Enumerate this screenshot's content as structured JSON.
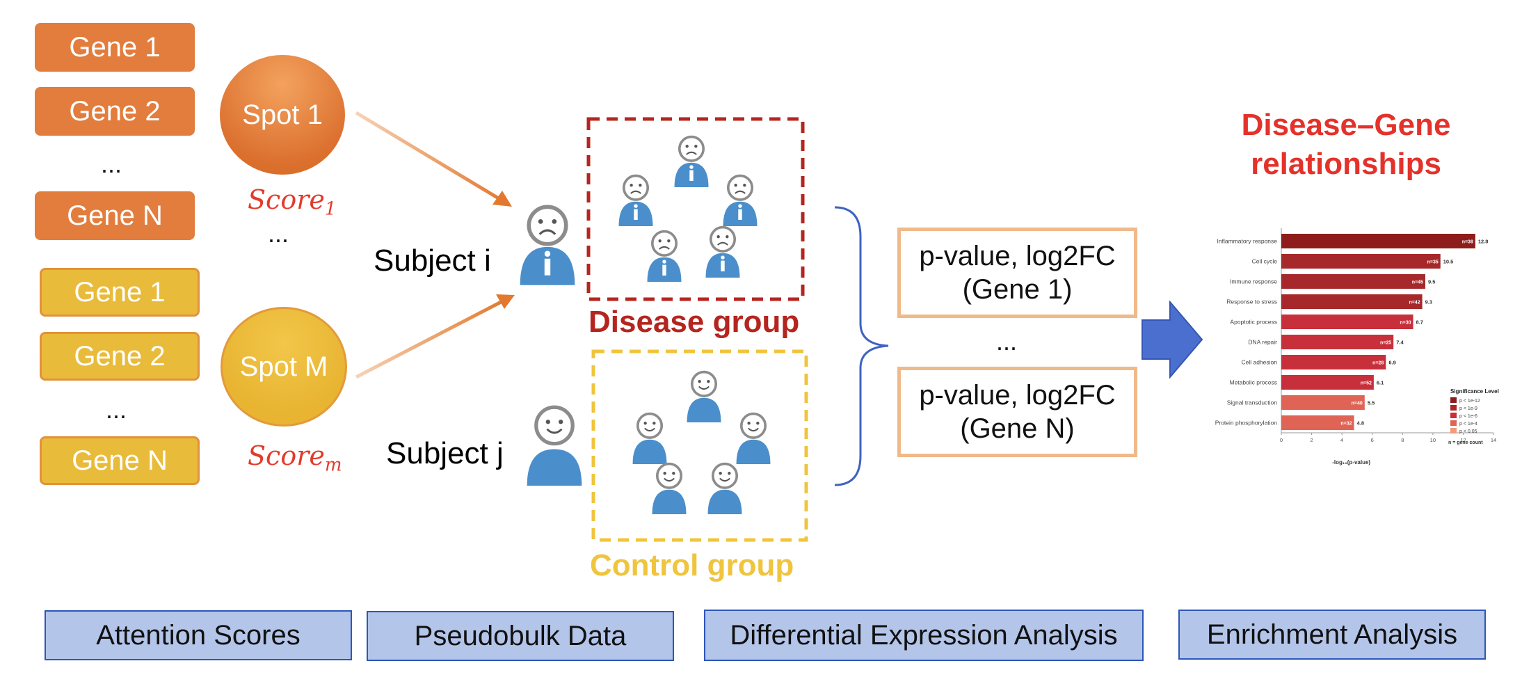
{
  "attention": {
    "disease_genes": [
      "Gene 1",
      "Gene 2",
      "...",
      "Gene N"
    ],
    "control_genes": [
      "Gene 1",
      "Gene 2",
      "...",
      "Gene N"
    ],
    "spot_top": "Spot 1",
    "spot_bottom": "Spot M",
    "score_top": "Score",
    "score_top_sub": "1",
    "score_mid_dots": "...",
    "score_bottom": "Score",
    "score_bottom_sub": "m"
  },
  "pseudobulk": {
    "subject_i": "Subject i",
    "subject_j": "Subject j",
    "disease_group": "Disease group",
    "control_group": "Control group"
  },
  "de": {
    "stat_1_line1": "p-value, log2FC",
    "stat_1_line2": "(Gene 1)",
    "stat_dots": "...",
    "stat_n_line1": "p-value, log2FC",
    "stat_n_line2": "(Gene N)"
  },
  "enrichment": {
    "title_line1": "Disease–Gene",
    "title_line2": "relationships"
  },
  "steps": [
    "Attention Scores",
    "Pseudobulk Data",
    "Differential Expression Analysis",
    "Enrichment Analysis"
  ],
  "colors": {
    "orange": "#e27d3d",
    "yellow": "#e9bb3a",
    "disease_red": "#b5251f",
    "control_yellow": "#f0c43c",
    "person_blue": "#4a8fcb",
    "arrow_blue": "#4a6fcf"
  },
  "chart_data": {
    "type": "bar",
    "categories": [
      "Inflammatory response",
      "Cell cycle",
      "Immune response",
      "Response to stress",
      "Apoptotic process",
      "DNA repair",
      "Cell adhesion",
      "Metabolic process",
      "Signal transduction",
      "Protein phosphorylation"
    ],
    "values": [
      12.8,
      10.5,
      9.5,
      9.3,
      8.7,
      7.4,
      6.9,
      6.1,
      5.5,
      4.8
    ],
    "counts": [
      "n=38",
      "n=35",
      "n=45",
      "n=42",
      "n=30",
      "n=25",
      "n=28",
      "n=52",
      "n=40",
      "n=32"
    ],
    "value_labels": [
      "12.8",
      "10.5",
      "9.5",
      "9.3",
      "8.7",
      "7.4",
      "6.9",
      "6.1",
      "5.5",
      "4.8"
    ],
    "bar_colors": [
      "#8e1c1b",
      "#a6282a",
      "#a6282a",
      "#a6282a",
      "#c7303b",
      "#c7303b",
      "#c7303b",
      "#c7303b",
      "#e06455",
      "#e06455"
    ],
    "xlim": [
      0,
      14
    ],
    "xticks": [
      "0",
      "2",
      "4",
      "6",
      "8",
      "10",
      "12",
      "14"
    ],
    "xlabel": "-log₁₀(p-value)",
    "legend_title": "Significance Level",
    "legend": [
      {
        "label": "p < 1e-12",
        "color": "#8e1c1b"
      },
      {
        "label": "p < 1e-9",
        "color": "#a6282a"
      },
      {
        "label": "p < 1e-6",
        "color": "#c7303b"
      },
      {
        "label": "p < 1e-4",
        "color": "#e06455"
      },
      {
        "label": "p < 0.05",
        "color": "#f29a7a"
      }
    ],
    "legend_note": "n = gene count",
    "legend_position": "bottom-right"
  }
}
